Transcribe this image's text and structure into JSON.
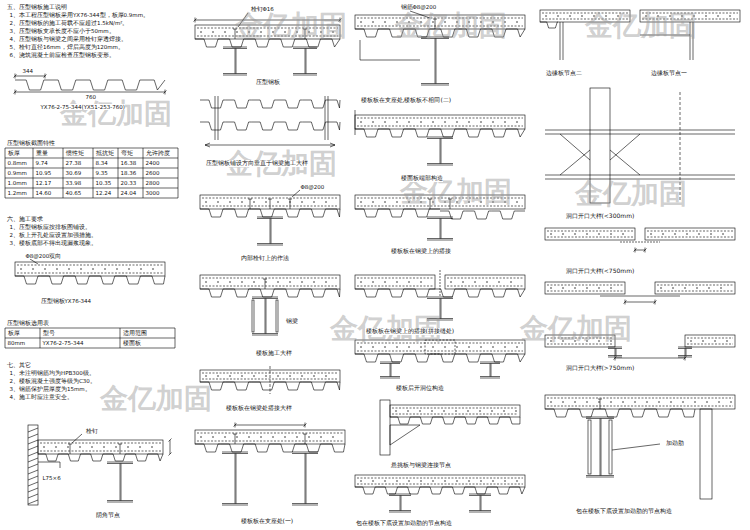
{
  "diagram": {
    "labels": [
      "五、压型钢板施工说明",
      "1、本工程压型钢板采用YX76-344型，板厚0.9mm。",
      "2、压型钢板的施工荷载不应超过1.5kN/m²。",
      "3、压型钢板支承长度不应小于50mm。",
      "4、压型钢板与钢梁之间采用栓钉穿透焊接。",
      "5、栓钉直径16mm，焊后高度为120mm。",
      "6、浇筑混凝土前应检查压型钢板变形。",
      "344",
      "760",
      "YX76-2-75-344(YX51-253-760)",
      "压型钢板截面特性",
      "板厚",
      "重量",
      "惯性矩",
      "抵抗矩",
      "弯矩",
      "允许跨度",
      "0.8mm",
      "9.74",
      "27.38",
      "8.34",
      "16.38",
      "2400",
      "0.9mm",
      "10.95",
      "30.69",
      "9.35",
      "18.36",
      "2600",
      "1.0mm",
      "12.17",
      "33.98",
      "10.35",
      "20.33",
      "2800",
      "1.2mm",
      "14.60",
      "40.65",
      "12.24",
      "24.04",
      "3000",
      "六、施工要求",
      "1、压型钢板应按排板图铺设。",
      "2、板上开孔处应设置加强措施。",
      "3、楼板底部不得出现漏浆现象。",
      "Φ8@200双向",
      "压型钢板YX76-344",
      "压型钢板选用表",
      "板厚",
      "型号",
      "适用范围",
      "80mm",
      "YX76-2-75-344",
      "楼面板",
      "七、其它",
      "1、未注明钢筋均为HPB300级。",
      "2、楼板混凝土强度等级为C30。",
      "3、钢筋保护层厚度为15mm。",
      "4、施工时应注意安全。",
      "栓钉",
      "L75×6",
      "阴角节点",
      "栓钉Φ16",
      "压型钢板",
      "压型钢板铺设方向垂直于钢梁施工大样",
      "Φ8@200",
      "内部栓钉上的作法",
      "钢梁",
      "楼板施工大样",
      "楼板板在钢梁处搭接大样",
      "楼板板在支座处(一)",
      "钢筋Φ8@200",
      "楼板板在支座处,楼板板不相同(二)",
      "楼面板端部构造",
      "楼板板在钢梁上的搭接",
      "楼板板在钢梁上的搭接(拼接缝处)",
      "楼板后开洞位构造",
      "悬挑板与钢梁连接节点",
      "包在楼板下底设置加劲肋的节点构造",
      "边缘板节点二",
      "边缘板节点一",
      "洞口开口大样(<300mm)",
      "洞口开口大样(<750mm)",
      "洞口开口大样(>750mm)",
      "加劲肋",
      "包在楼板下底设置加劲肋的节点构造",
      "金亿加固",
      "金亿加固",
      "金亿加固",
      "金亿加固",
      "金亿加固",
      "金亿加固",
      "金亿加固",
      "金亿加固",
      "金亿加固",
      "金亿加固"
    ]
  }
}
